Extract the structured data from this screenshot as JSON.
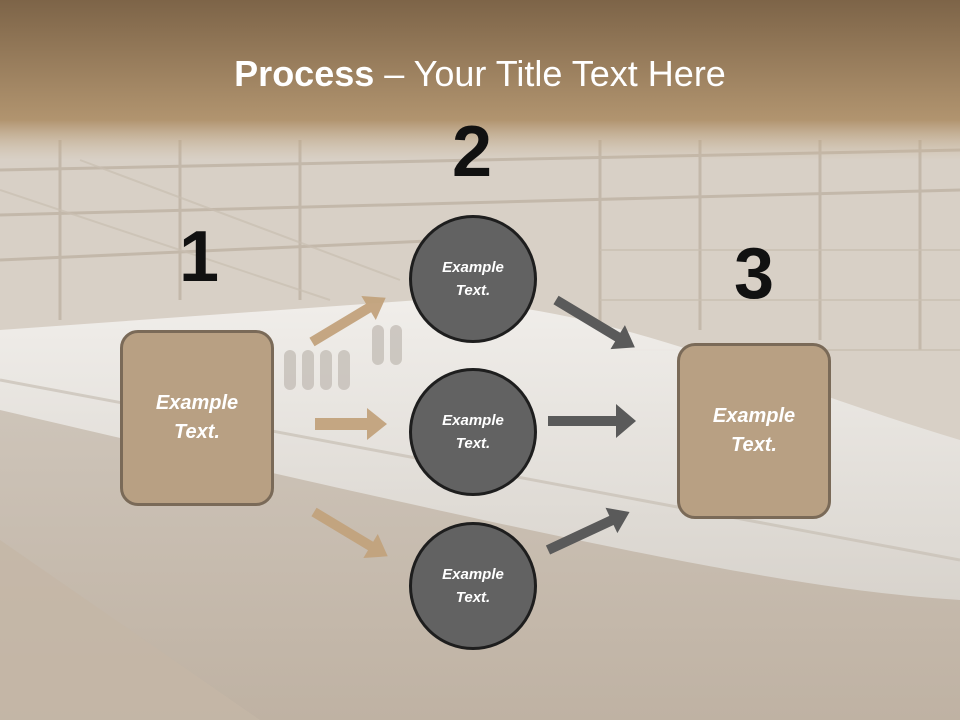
{
  "title": {
    "bold": "Process",
    "rest": " – Your Title Text Here"
  },
  "steps": [
    {
      "number": "1",
      "text": "Example\nText."
    },
    {
      "number": "2"
    },
    {
      "number": "3",
      "text": "Example\nText."
    }
  ],
  "circles": [
    {
      "text": "Example\nText."
    },
    {
      "text": "Example\nText."
    },
    {
      "text": "Example\nText."
    }
  ],
  "colors": {
    "box_fill": "#b8a083",
    "box_border": "#7a6a58",
    "circle_fill": "#626262",
    "circle_border": "#1e1e1e",
    "arrow_left": "#c2a27c",
    "arrow_right": "#5a5a5a",
    "header_band": "#8f7150"
  }
}
